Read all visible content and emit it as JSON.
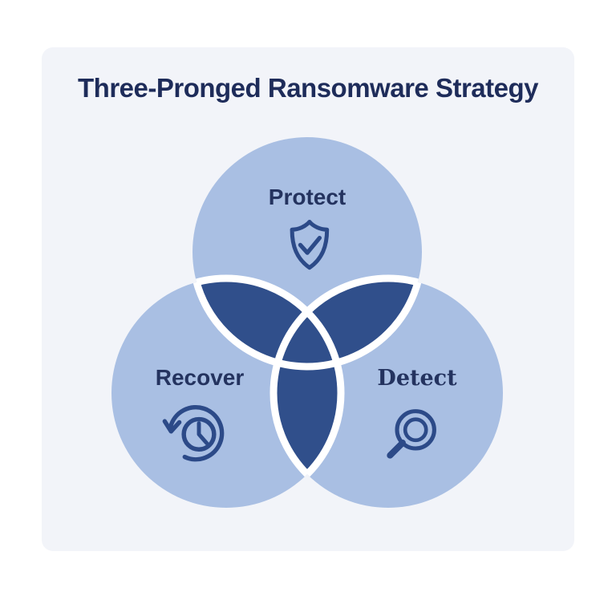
{
  "title": "Three-Pronged Ransomware Strategy",
  "venn": {
    "circles": [
      {
        "label": "Protect",
        "icon": "shield-check-icon",
        "position": "top"
      },
      {
        "label": "Recover",
        "icon": "clock-restore-icon",
        "position": "bottom-left"
      },
      {
        "label": "Detect",
        "icon": "magnifying-glass-icon",
        "position": "bottom-right"
      }
    ]
  },
  "colors": {
    "page_bg": "#ffffff",
    "card_bg": "#f2f4f9",
    "circle_fill": "#a9bfe3",
    "overlap_fill": "#304f8b",
    "outline": "#ffffff",
    "title_text": "#1e2c5a",
    "label_text": "#24335f",
    "icon_stroke": "#2c4a88"
  }
}
